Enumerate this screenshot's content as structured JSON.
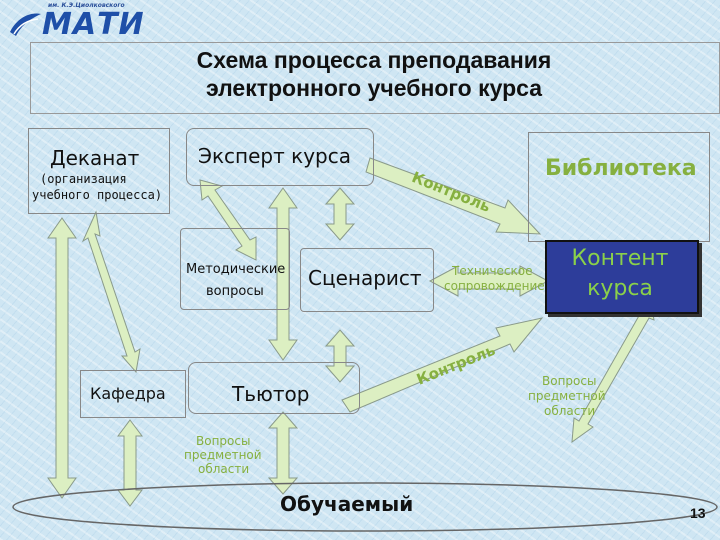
{
  "logo": {
    "top_text": "им. К.Э.Циолковского",
    "text": "МАТИ"
  },
  "title": {
    "line1": "Схема процесса преподавания",
    "line2": "электронного учебного курса"
  },
  "nodes": {
    "dekanat": "Деканат",
    "dekanat_sub1": "(организация",
    "dekanat_sub2": "учебного процесса)",
    "expert": "Эксперт курса",
    "library": "Библиотека",
    "content1": "Контент",
    "content2": "курса",
    "methodical1": "Методические",
    "methodical2": "вопросы",
    "scenarist": "Сценарист",
    "tech1": "Техническое",
    "tech2": "сопровождение",
    "kafedra": "Кафедра",
    "tutor": "Тьютор",
    "control_top": "Контроль",
    "control_bottom": "Контроль",
    "subject_right1": "Вопросы",
    "subject_right2": "предметной",
    "subject_right3": "области",
    "subject_left1": "Вопросы",
    "subject_left2": "предметной",
    "subject_left3": "области",
    "learner": "Обучаемый"
  },
  "page_number": "13",
  "colors": {
    "arrow_fill": "#dcefc2",
    "arrow_stroke": "#8a9a8a",
    "accent_green": "#86b040",
    "content_bg": "#2d3d9a"
  }
}
